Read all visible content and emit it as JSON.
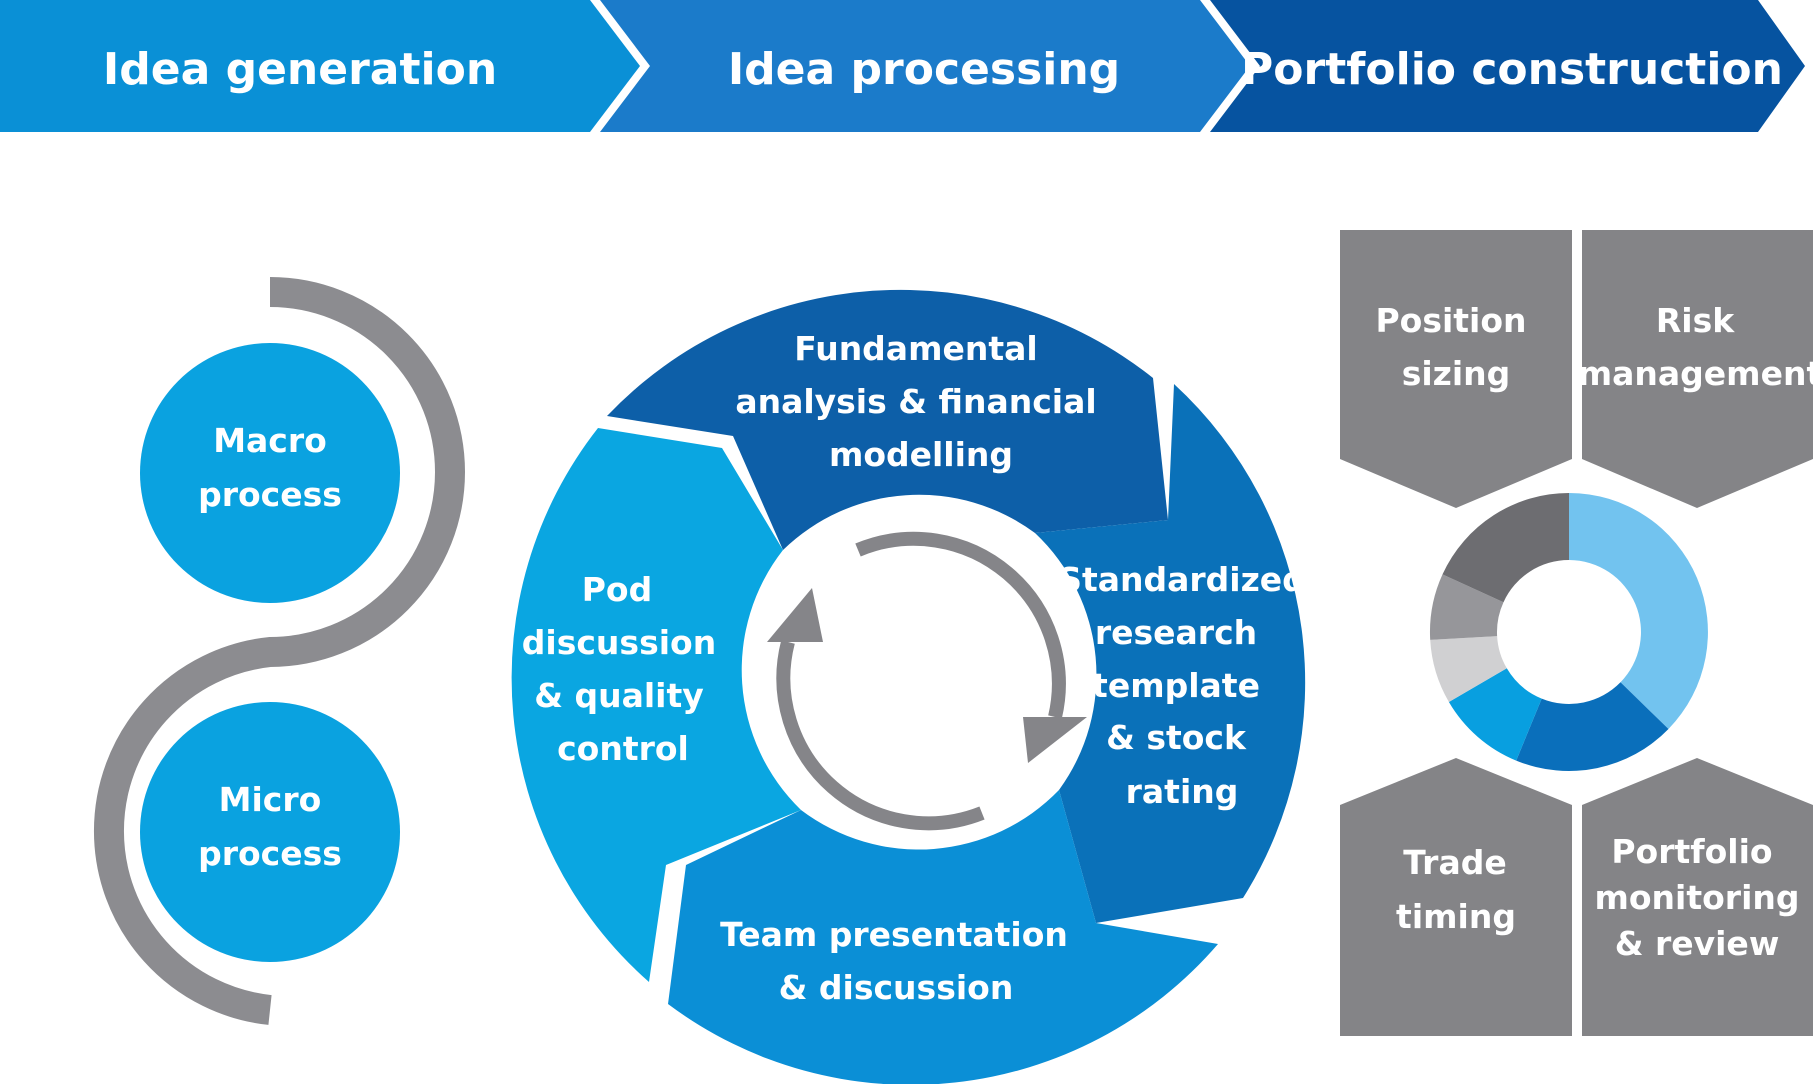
{
  "stages": [
    {
      "label": "Idea generation",
      "color": "#0a90d6"
    },
    {
      "label": "Idea processing",
      "color": "#1b7bca"
    },
    {
      "label": "Portfolio construction",
      "color": "#0653a0"
    }
  ],
  "idea_generation": {
    "circles": [
      {
        "lines": [
          "Macro",
          "process"
        ]
      },
      {
        "lines": [
          "Micro",
          "process"
        ]
      }
    ],
    "circle_color": "#0aa2e0",
    "connector_color": "#8c8c90"
  },
  "idea_processing": {
    "segments": [
      {
        "lines": [
          "Fundamental",
          "analysis & financial",
          "modelling"
        ],
        "color": "#0d5fa8"
      },
      {
        "lines": [
          "Standardized",
          "research",
          "template",
          "& stock",
          "rating"
        ],
        "color": "#0a71b9"
      },
      {
        "lines": [
          "Team presentation",
          "& discussion"
        ],
        "color": "#0b8fd6"
      },
      {
        "lines": [
          "Pod",
          "discussion",
          "& quality",
          "control"
        ],
        "color": "#0aa6e1"
      }
    ],
    "cycle_arrow_color": "#858589"
  },
  "portfolio_construction": {
    "boxes": [
      {
        "lines": [
          "Position",
          "sizing"
        ]
      },
      {
        "lines": [
          "Risk",
          "management"
        ]
      },
      {
        "lines": [
          "Trade",
          "timing"
        ]
      },
      {
        "lines": [
          "Portfolio",
          "monitoring",
          "& review"
        ]
      }
    ],
    "box_color": "#848487",
    "donut_slices": [
      {
        "share": 0.373,
        "color": "#72c3ef"
      },
      {
        "share": 0.189,
        "color": "#0a6fbb"
      },
      {
        "share": 0.104,
        "color": "#089fe0"
      },
      {
        "share": 0.075,
        "color": "#d0d0d2"
      },
      {
        "share": 0.077,
        "color": "#96969a"
      },
      {
        "share": 0.182,
        "color": "#6d6d71"
      }
    ]
  }
}
